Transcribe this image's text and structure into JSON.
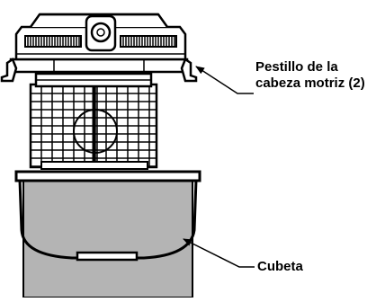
{
  "labels": {
    "latch_line1": "Pestillo de la",
    "latch_line2": "cabeza motriz (2)",
    "bucket": "Cubeta"
  },
  "colors": {
    "ink": "#000000",
    "bucket_fill": "#b4b4b4",
    "background": "#ffffff"
  }
}
